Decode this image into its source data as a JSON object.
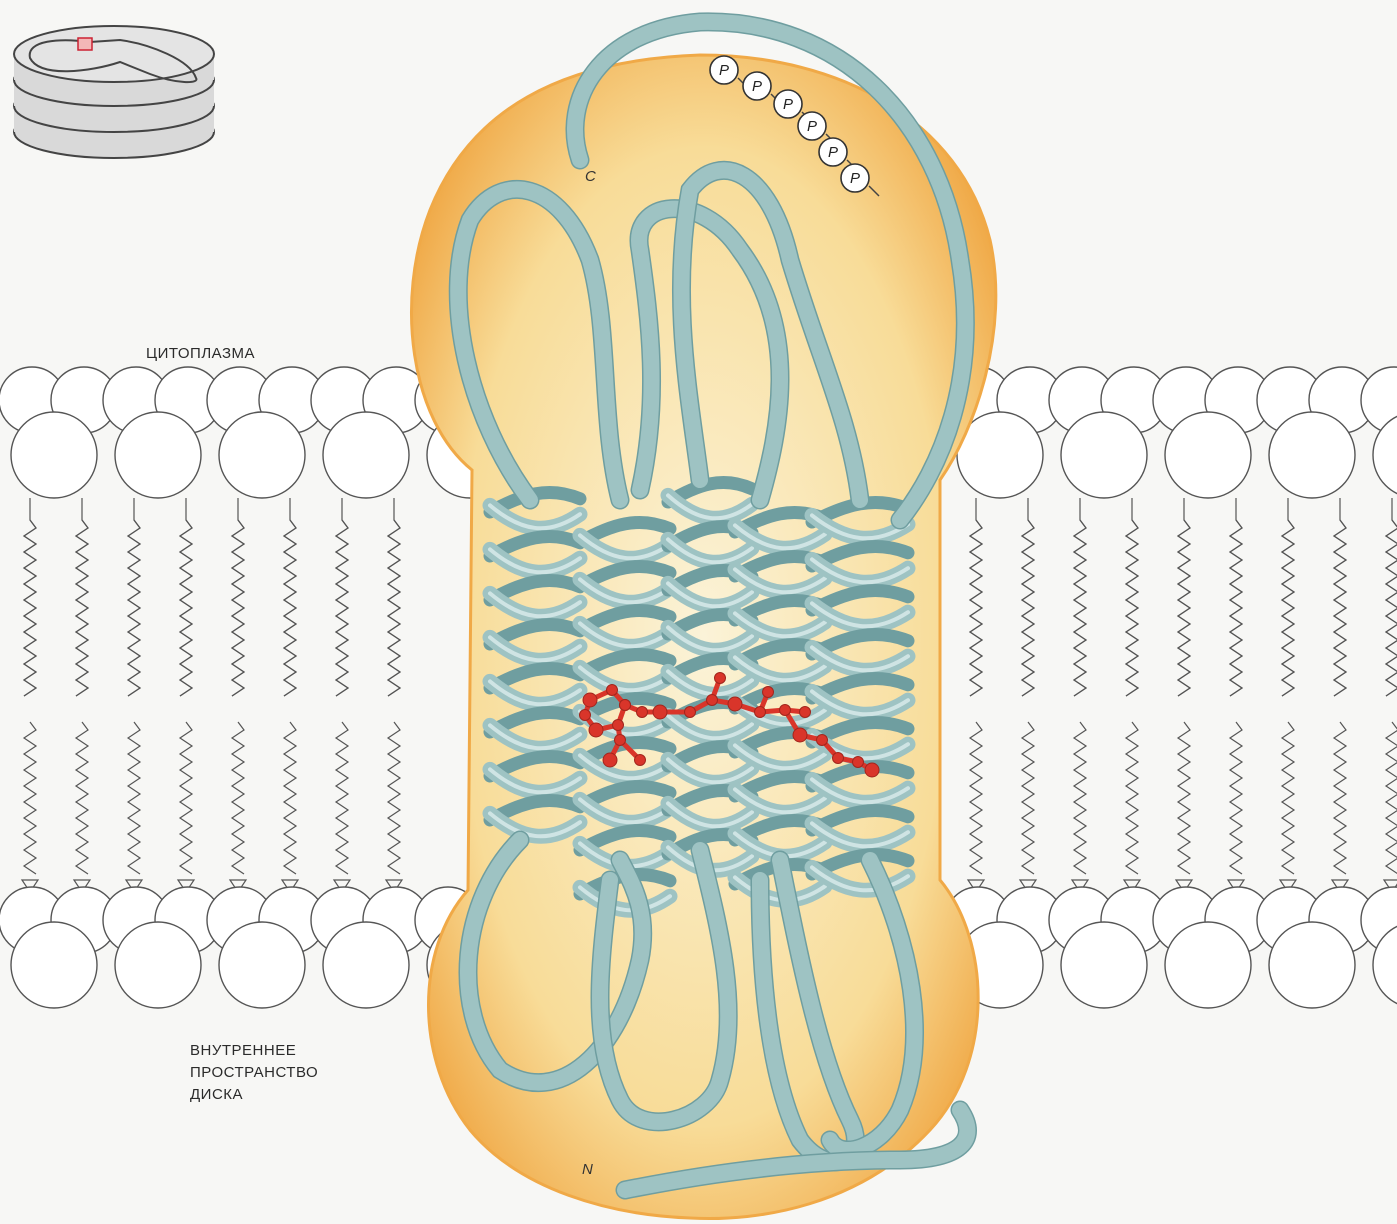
{
  "labels": {
    "cytoplasm": "ЦИТОПЛАЗМА",
    "disc_interior": [
      "ВНУТРЕННЕЕ",
      "ПРОСТРАНСТВО",
      "ДИСКА"
    ],
    "c_terminus": "C",
    "n_terminus": "N",
    "phosphate": "P"
  },
  "phosphate_count": 6,
  "colors": {
    "protein_fill": "#f6cf7e",
    "protein_edge": "#f0a947",
    "helix": "#9ec3c3",
    "helix_dark": "#6f9ea0",
    "chromophore": "#d9352a",
    "lipid_stroke": "#555555",
    "disc_icon": "#dcdcdc"
  },
  "icons": {
    "disc_stack": "disc-stack-icon",
    "chromophore": "retinal-chromophore"
  }
}
